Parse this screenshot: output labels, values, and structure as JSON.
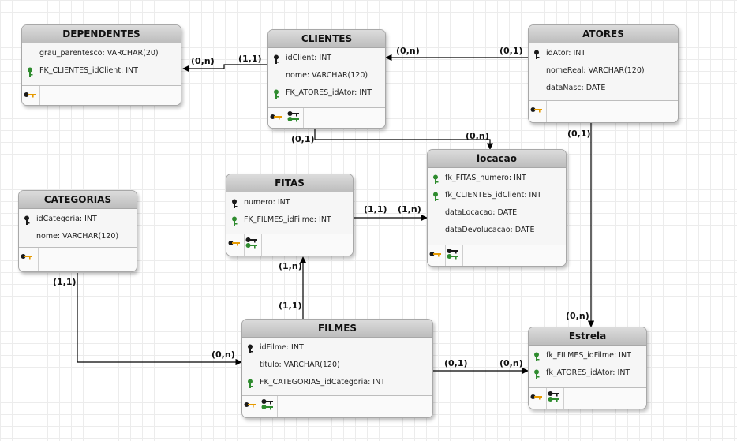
{
  "tables": {
    "dependentes": {
      "name": "DEPENDENTES",
      "columns": [
        {
          "label": "grau_parentesco: VARCHAR(20)",
          "key": "none"
        },
        {
          "label": "FK_CLIENTES_idClient: INT",
          "key": "fk"
        }
      ],
      "index_icons": [
        "pk",
        "fk"
      ]
    },
    "clientes": {
      "name": "CLIENTES",
      "columns": [
        {
          "label": "idClient: INT",
          "key": "pk"
        },
        {
          "label": "nome: VARCHAR(120)",
          "key": "none"
        },
        {
          "label": "FK_ATORES_idAtor: INT",
          "key": "fk"
        }
      ],
      "index_icons": [
        "pk",
        "fk"
      ]
    },
    "atores": {
      "name": "ATORES",
      "columns": [
        {
          "label": "idAtor: INT",
          "key": "pk"
        },
        {
          "label": "nomeReal: VARCHAR(120)",
          "key": "none"
        },
        {
          "label": "dataNasc: DATE",
          "key": "none"
        }
      ],
      "index_icons": [
        "pk"
      ]
    },
    "locacao": {
      "name": "locacao",
      "columns": [
        {
          "label": "fk_FITAS_numero: INT",
          "key": "fk"
        },
        {
          "label": "fk_CLIENTES_idClient: INT",
          "key": "fk"
        },
        {
          "label": "dataLocacao: DATE",
          "key": "none"
        },
        {
          "label": "dataDevolucacao: DATE",
          "key": "none"
        }
      ],
      "index_icons": [
        "pk",
        "fk"
      ]
    },
    "fitas": {
      "name": "FITAS",
      "columns": [
        {
          "label": "numero: INT",
          "key": "pk"
        },
        {
          "label": "FK_FILMES_idFilme: INT",
          "key": "fk"
        }
      ],
      "index_icons": [
        "pk",
        "fk"
      ]
    },
    "categorias": {
      "name": "CATEGORIAS",
      "columns": [
        {
          "label": "idCategoria: INT",
          "key": "pk"
        },
        {
          "label": "nome: VARCHAR(120)",
          "key": "none"
        }
      ],
      "index_icons": [
        "pk"
      ]
    },
    "filmes": {
      "name": "FILMES",
      "columns": [
        {
          "label": "idFilme: INT",
          "key": "pk"
        },
        {
          "label": "titulo: VARCHAR(120)",
          "key": "none"
        },
        {
          "label": "FK_CATEGORIAS_idCategoria: INT",
          "key": "fk"
        }
      ],
      "index_icons": [
        "pk",
        "fk"
      ]
    },
    "estrela": {
      "name": "Estrela",
      "columns": [
        {
          "label": "fk_FILMES_idFilme: INT",
          "key": "fk"
        },
        {
          "label": "fk_ATORES_idAtor: INT",
          "key": "fk"
        }
      ],
      "index_icons": [
        "pk",
        "fk"
      ]
    }
  },
  "cardinalities": {
    "dep_side": "(0,n)",
    "cli_dep_side": "(1,1)",
    "cli_atores_side": "(0,n)",
    "atores_cli_side": "(0,1)",
    "cli_loc_side": "(0,1)",
    "loc_cli_side": "(0,n)",
    "atores_est_side": "(0,1)",
    "est_atores_side": "(0,n)",
    "fitas_loc_side": "(1,1)",
    "loc_fitas_side": "(1,n)",
    "fitas_filmes_side": "(1,n)",
    "filmes_fitas_side": "(1,1)",
    "cat_side": "(1,1)",
    "filmes_cat_side": "(0,n)",
    "filmes_est_side": "(0,1)",
    "est_filmes_side": "(0,n)"
  },
  "colors": {
    "pk_key": "#1a1a1a",
    "fk_key": "#2e8b2e",
    "index_pk_key": "#e69a00",
    "line": "#000000"
  },
  "icons": {
    "pk": "primary-key-icon",
    "fk": "foreign-key-icon"
  }
}
